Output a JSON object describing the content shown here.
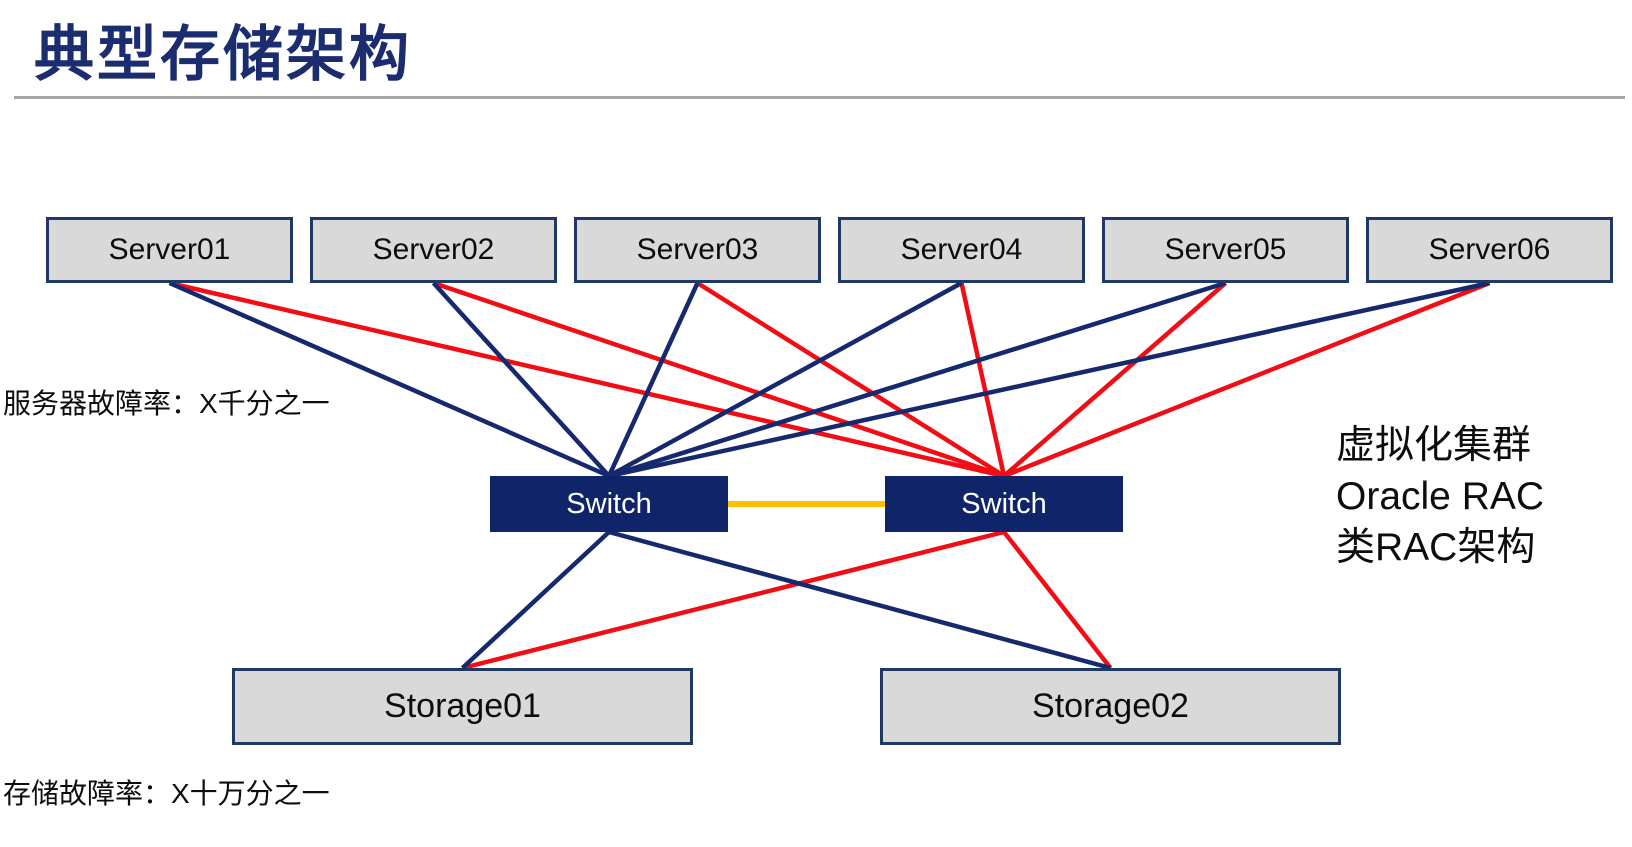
{
  "slide": {
    "title": "典型存储架构",
    "annotations": {
      "server_failure_rate": "服务器故障率：X千分之一",
      "storage_failure_rate": "存储故障率：X十万分之一",
      "cluster_note": [
        "虚拟化集群",
        "Oracle RAC",
        "类RAC架构"
      ]
    }
  },
  "diagram": {
    "servers": [
      {
        "id": "server01",
        "label": "Server01"
      },
      {
        "id": "server02",
        "label": "Server02"
      },
      {
        "id": "server03",
        "label": "Server03"
      },
      {
        "id": "server04",
        "label": "Server04"
      },
      {
        "id": "server05",
        "label": "Server05"
      },
      {
        "id": "server06",
        "label": "Server06"
      }
    ],
    "switches": [
      {
        "id": "switch-a",
        "label": "Switch"
      },
      {
        "id": "switch-b",
        "label": "Switch"
      }
    ],
    "storages": [
      {
        "id": "storage01",
        "label": "Storage01"
      },
      {
        "id": "storage02",
        "label": "Storage02"
      }
    ],
    "edges": [
      {
        "from": "server01",
        "from_anchor": "bottom",
        "to": "switch-b",
        "to_anchor": "top",
        "color": "line_red",
        "width": 4.5
      },
      {
        "from": "server02",
        "from_anchor": "bottom",
        "to": "switch-b",
        "to_anchor": "top",
        "color": "line_red",
        "width": 4.5
      },
      {
        "from": "server03",
        "from_anchor": "bottom",
        "to": "switch-b",
        "to_anchor": "top",
        "color": "line_red",
        "width": 4.5
      },
      {
        "from": "server04",
        "from_anchor": "bottom",
        "to": "switch-b",
        "to_anchor": "top",
        "color": "line_red",
        "width": 4.5
      },
      {
        "from": "server05",
        "from_anchor": "bottom",
        "to": "switch-b",
        "to_anchor": "top",
        "color": "line_red",
        "width": 4.5
      },
      {
        "from": "server06",
        "from_anchor": "bottom",
        "to": "switch-b",
        "to_anchor": "top",
        "color": "line_red",
        "width": 4.5
      },
      {
        "from": "switch-b",
        "from_anchor": "bottom",
        "to": "storage01",
        "to_anchor": "top",
        "color": "line_red",
        "width": 4.5
      },
      {
        "from": "switch-b",
        "from_anchor": "bottom",
        "to": "storage02",
        "to_anchor": "top",
        "color": "line_red",
        "width": 4.5
      },
      {
        "from": "server01",
        "from_anchor": "bottom",
        "to": "switch-a",
        "to_anchor": "top",
        "color": "line_blue",
        "width": 4.5
      },
      {
        "from": "server02",
        "from_anchor": "bottom",
        "to": "switch-a",
        "to_anchor": "top",
        "color": "line_blue",
        "width": 4.5
      },
      {
        "from": "server03",
        "from_anchor": "bottom",
        "to": "switch-a",
        "to_anchor": "top",
        "color": "line_blue",
        "width": 4.5
      },
      {
        "from": "server04",
        "from_anchor": "bottom",
        "to": "switch-a",
        "to_anchor": "top",
        "color": "line_blue",
        "width": 4.5
      },
      {
        "from": "server05",
        "from_anchor": "bottom",
        "to": "switch-a",
        "to_anchor": "top",
        "color": "line_blue",
        "width": 4.5
      },
      {
        "from": "server06",
        "from_anchor": "bottom",
        "to": "switch-a",
        "to_anchor": "top",
        "color": "line_blue",
        "width": 4.5
      },
      {
        "from": "switch-a",
        "from_anchor": "bottom",
        "to": "storage01",
        "to_anchor": "top",
        "color": "line_blue",
        "width": 4.5
      },
      {
        "from": "switch-a",
        "from_anchor": "bottom",
        "to": "storage02",
        "to_anchor": "top",
        "color": "line_blue",
        "width": 4.5
      },
      {
        "from": "switch-a",
        "from_anchor": "right",
        "to": "switch-b",
        "to_anchor": "left",
        "color": "line_orange",
        "width": 6
      }
    ]
  },
  "colors": {
    "title_text": "#1b2d6f",
    "rule": "#a6a6a6",
    "node_fill": "#d9d9d9",
    "node_border": "#1f3864",
    "switch_fill": "#102469",
    "switch_text": "#ffffff",
    "line_blue": "#16296e",
    "line_red": "#f20d14",
    "line_orange": "#ffc000"
  }
}
